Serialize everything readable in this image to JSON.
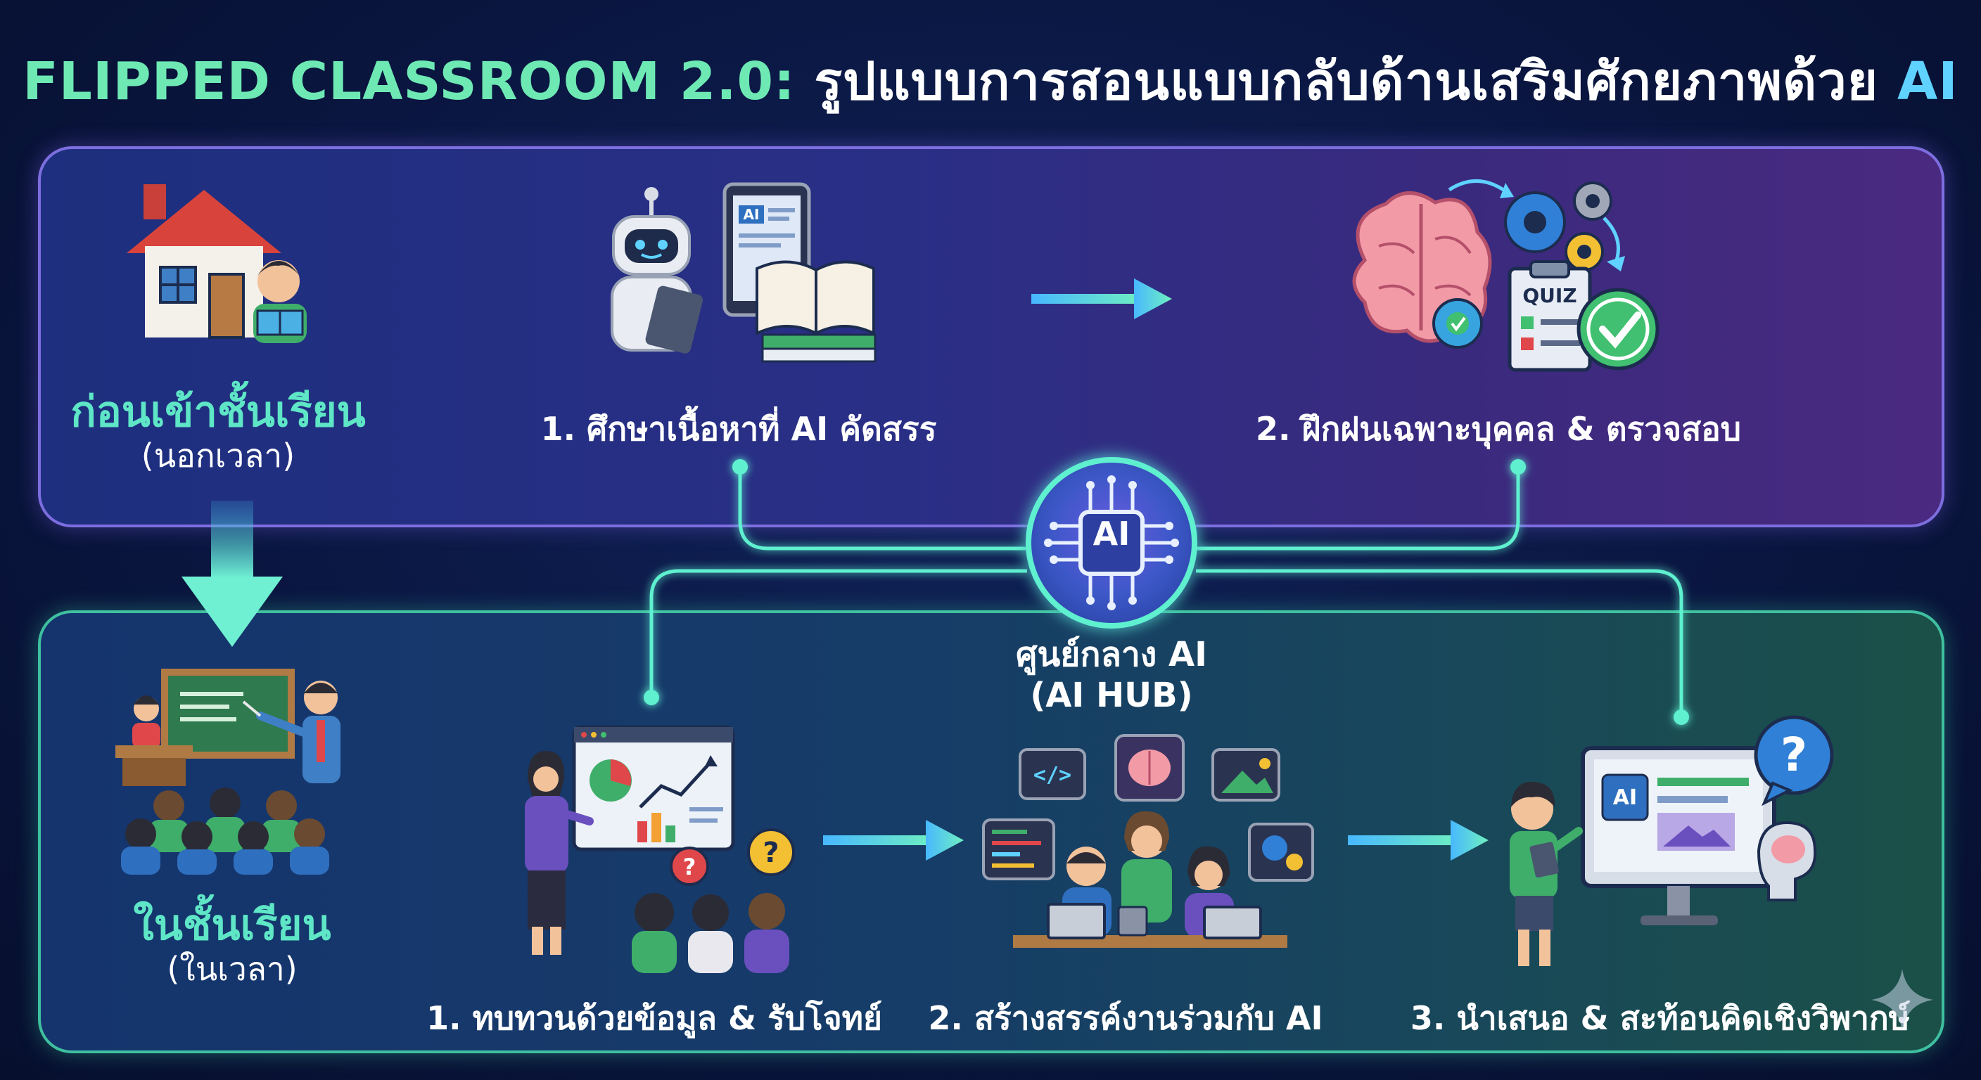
{
  "title": {
    "en": "FLIPPED CLASSROOM 2.0:",
    "th": "รูปแบบการสอนแบบกลับด้านเสริมศักยภาพด้วย",
    "ai": "AI"
  },
  "before_class": {
    "title": "ก่อนเข้าชั้นเรียน",
    "subtitle": "(นอกเวลา)",
    "steps": [
      {
        "label": "1. ศึกษาเนื้อหาที่ AI คัดสรร",
        "icon_badge": "AI"
      },
      {
        "label": "2. ฝึกฝนเฉพาะบุคคล & ตรวจสอบ",
        "icon_badge": "QUIZ"
      }
    ]
  },
  "in_class": {
    "title": "ในชั้นเรียน",
    "subtitle": "(ในเวลา)",
    "steps": [
      {
        "label": "1. ทบทวนด้วยข้อมูล & รับโจทย์"
      },
      {
        "label": "2. สร้างสรรค์งานร่วมกับ AI"
      },
      {
        "label": "3. นำเสนอ & สะท้อนคิดเชิงวิพากษ์",
        "icon_badge": "AI"
      }
    ]
  },
  "hub": {
    "chip_label": "AI",
    "line1": "ศูนย์กลาง AI",
    "line2": "(AI HUB)"
  },
  "colors": {
    "accent_green": "#6ee9b4",
    "accent_cyan": "#5fd2ff",
    "connector": "#5ef0d0",
    "top_panel_border": "#7d6ee0",
    "bottom_panel_border": "#3fc0a0"
  }
}
